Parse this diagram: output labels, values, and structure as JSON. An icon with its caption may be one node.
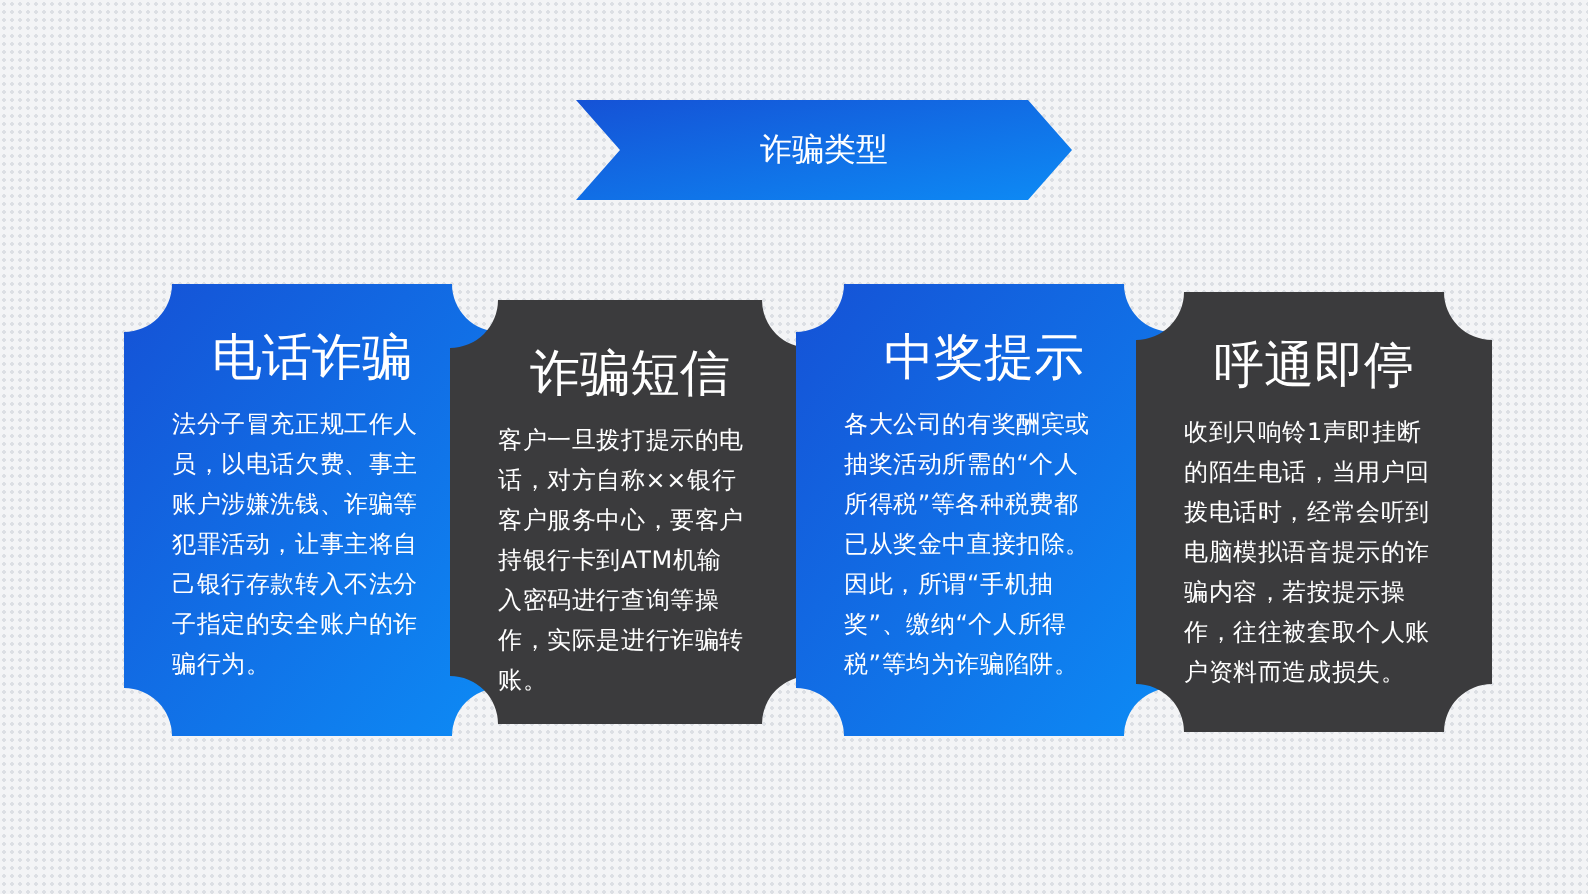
{
  "diagram": {
    "nodes": [
      {
        "text": [
          "诈骗类型"
        ]
      },
      {
        "text": [
          "电话诈骗",
          "法分子冒充正规工作人员，以电话欠费、事主账户涉嫌洗钱、诈骗等犯罪活动，让事主将自己银行存款转入不法分子指定的安全账户的诈骗行为。"
        ]
      },
      {
        "text": [
          "诈骗短信",
          "客户一旦拨打提示的电话，对方自称××银行客户服务中心，要客户持银行卡到ATM机输入密码进行查询等操作，实际是进行诈骗转账。"
        ]
      },
      {
        "text": [
          "中奖提示",
          "各大公司的有奖酬宾或抽奖活动所需的“个人所得税”等各种税费都已从奖金中直接扣除。因此，所谓“手机抽奖”、缴纳“个人所得税”等均为诈骗陷阱。"
        ]
      },
      {
        "text": [
          "呼通即停",
          "收到只响铃1声即挂断的陌生电话，当用户回拨电话时，经常会听到电脑模拟语音提示的诈骗内容，若按提示操作，往往被套取个人账户资料而造成损失。"
        ]
      }
    ]
  }
}
